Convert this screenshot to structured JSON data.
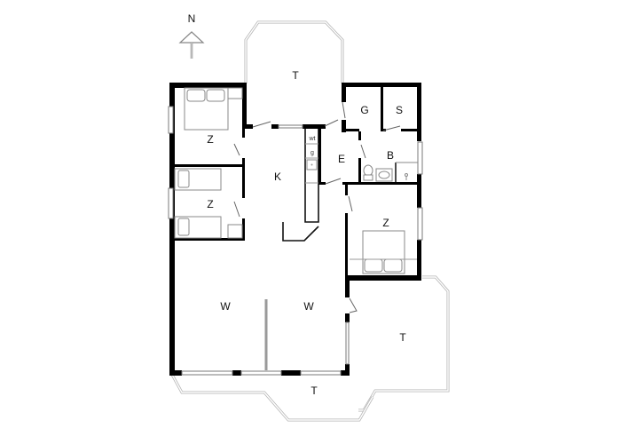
{
  "compass": {
    "label": "N"
  },
  "rooms": {
    "terrace_north": {
      "label": "T"
    },
    "bedroom_1": {
      "label": "Z"
    },
    "bedroom_2": {
      "label": "Z"
    },
    "bedroom_3": {
      "label": "Z"
    },
    "kitchen": {
      "label": "K"
    },
    "entrance": {
      "label": "E"
    },
    "garage_storage": {
      "label": "G"
    },
    "storage": {
      "label": "S"
    },
    "bathroom": {
      "label": "B"
    },
    "living_west": {
      "label": "W"
    },
    "living_east": {
      "label": "W"
    },
    "terrace_east": {
      "label": "T"
    },
    "terrace_south": {
      "label": "T"
    }
  },
  "kitchen_fixtures": {
    "washing_machine": "wt",
    "gas": "g"
  },
  "colors": {
    "wall": "#000000",
    "terrace_outline": "#b5b5b5",
    "furniture": "#8a8a8a",
    "background": "#ffffff"
  }
}
